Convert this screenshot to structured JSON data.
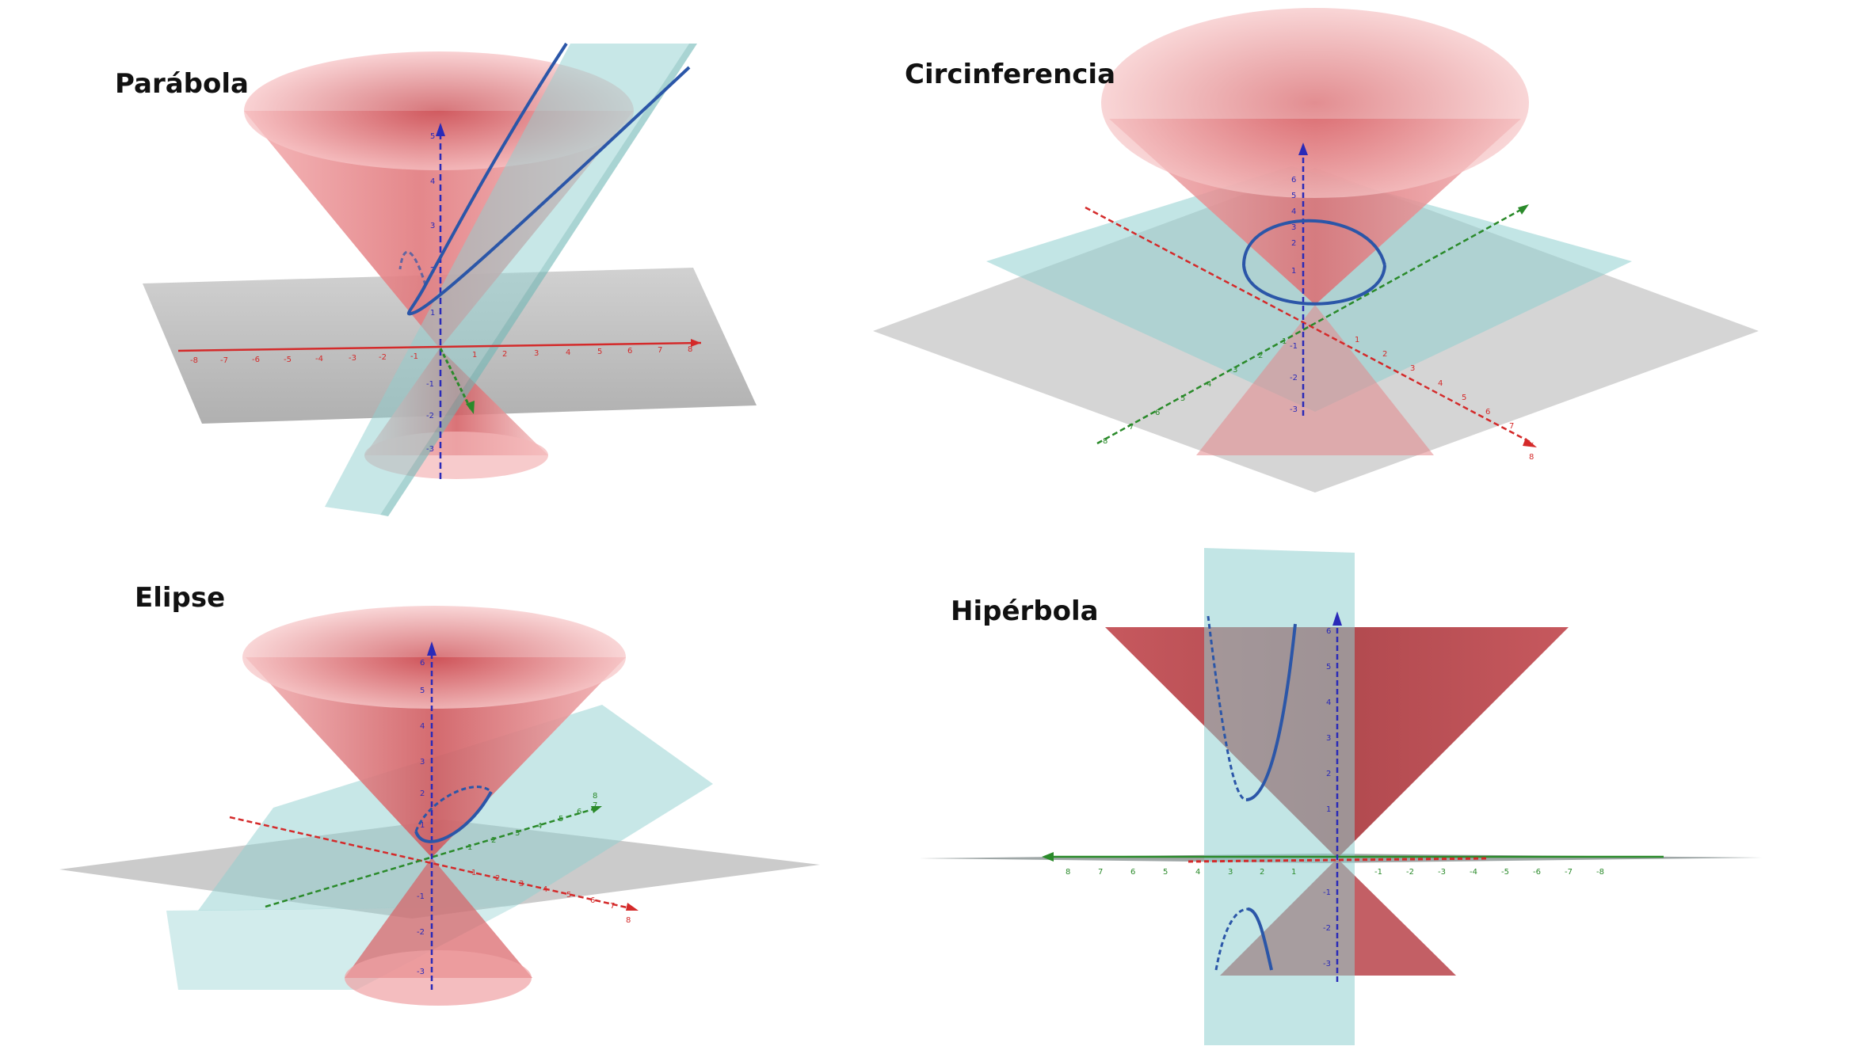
{
  "panels": [
    {
      "key": "parabola",
      "title": "Parábola"
    },
    {
      "key": "circunferencia",
      "title": "Circinferencia"
    },
    {
      "key": "elipse",
      "title": "Elipse"
    },
    {
      "key": "hiperbola",
      "title": "Hipérbola"
    }
  ],
  "colors": {
    "cone": "#c94f55",
    "cone_light": "#f3a6a8",
    "cutting_plane": "#8fd0cf",
    "base_plane": "#9a9a9a",
    "curve": "#2b56a8",
    "x_axis": "#d42a2a",
    "y_axis": "#2a8a2a",
    "z_axis": "#2a2ab8"
  },
  "ticks": {
    "parabola_x": [
      "-8",
      "-7",
      "-6",
      "-5",
      "-4",
      "-3",
      "-2",
      "-1",
      "1",
      "2",
      "3",
      "4",
      "5",
      "6",
      "7",
      "8"
    ],
    "parabola_z": [
      "5",
      "4",
      "3",
      "2",
      "1",
      "-1",
      "-2",
      "-3"
    ],
    "circ_z": [
      "6",
      "5",
      "4",
      "3",
      "2",
      "1",
      "-1",
      "-2",
      "-3"
    ],
    "circ_x": [
      "1",
      "2",
      "3",
      "4",
      "5",
      "6",
      "7",
      "8"
    ],
    "circ_y": [
      "8",
      "7",
      "6",
      "5",
      "4",
      "3",
      "2",
      "1"
    ],
    "elipse_x": [
      "1",
      "2",
      "3",
      "4",
      "5",
      "6",
      "7",
      "8"
    ],
    "elipse_y": [
      "1",
      "2",
      "3",
      "4",
      "5",
      "6",
      "7",
      "8"
    ],
    "elipse_z": [
      "6",
      "5",
      "4",
      "3",
      "2",
      "1",
      "-1",
      "-2",
      "-3"
    ],
    "hiper_y": [
      "8",
      "7",
      "6",
      "5",
      "4",
      "3",
      "2",
      "1",
      "-1",
      "-2",
      "-3",
      "-4",
      "-5",
      "-6",
      "-7",
      "-8"
    ],
    "hiper_z": [
      "6",
      "5",
      "4",
      "3",
      "2",
      "1",
      "-1",
      "-2",
      "-3"
    ]
  }
}
